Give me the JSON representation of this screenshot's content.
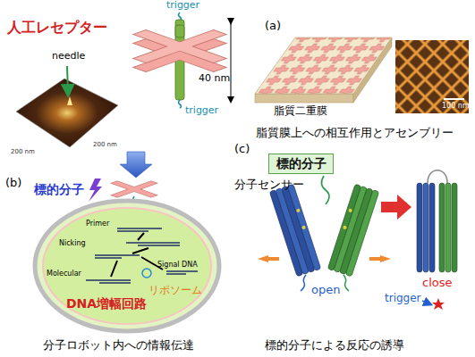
{
  "diagram": {
    "nodes": [
      {
        "text": [
          "DNA増幅回路",
          "リポソーム"
        ]
      },
      {
        "text": [
          "標的分子"
        ]
      }
    ],
    "labels": [
      "人工レセプター",
      "needle",
      "200 nm",
      "200 nm",
      "trigger",
      "trigger",
      "40 nm",
      "(a)",
      "脂質二重膜",
      "100 nm",
      "脂質膜上への相互作用とアセンブリー",
      "(b)",
      "標的分子",
      "Primer",
      "Nicking",
      "Molecular",
      "Signal DNA",
      "分子ロボット内への情報伝達",
      "(c)",
      "分子センサー",
      "open",
      "close",
      "trigger",
      "標的分子による反応の誘導"
    ]
  }
}
